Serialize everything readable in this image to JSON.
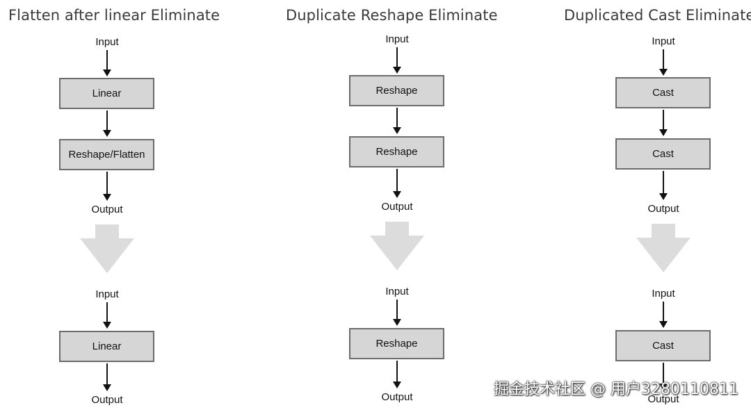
{
  "panels": [
    {
      "title": "Flatten after linear Eliminate",
      "before": {
        "input": "Input",
        "nodes": [
          "Linear",
          "Reshape/Flatten"
        ],
        "output": "Output"
      },
      "after": {
        "input": "Input",
        "nodes": [
          "Linear"
        ],
        "output": "Output"
      }
    },
    {
      "title": "Duplicate Reshape Eliminate",
      "before": {
        "input": "Input",
        "nodes": [
          "Reshape",
          "Reshape"
        ],
        "output": "Output"
      },
      "after": {
        "input": "Input",
        "nodes": [
          "Reshape"
        ],
        "output": "Output"
      }
    },
    {
      "title": "Duplicated Cast Eliminate",
      "before": {
        "input": "Input",
        "nodes": [
          "Cast",
          "Cast"
        ],
        "output": "Output"
      },
      "after": {
        "input": "Input",
        "nodes": [
          "Cast"
        ],
        "output": "Output"
      }
    }
  ],
  "watermark": "掘金技术社区 @ 用户3280110811",
  "colors": {
    "node_fill": "#d6d6d6",
    "node_border": "#6b6b6b",
    "transform_arrow": "#dcdcdc",
    "title_text": "#3a3a3a"
  }
}
